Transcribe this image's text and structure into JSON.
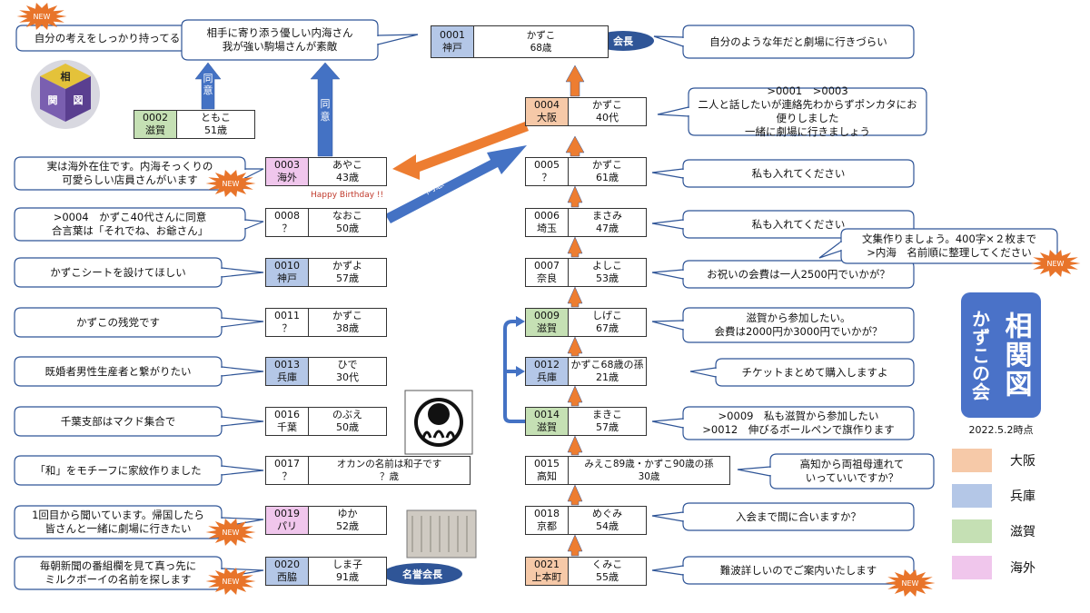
{
  "title": {
    "main": "相関図",
    "sub": "かずこの会",
    "date": "2022.5.2時点"
  },
  "legend": [
    {
      "label": "大阪",
      "color": "#f6c9a8"
    },
    {
      "label": "兵庫",
      "color": "#b4c7e7"
    },
    {
      "label": "滋賀",
      "color": "#c5e0b4"
    },
    {
      "label": "海外",
      "color": "#f0c6ec"
    }
  ],
  "colors": {
    "accent": "#4472c4",
    "orange": "#ed7d31",
    "new_badge": "#e8742a"
  },
  "members": [
    {
      "id": "0001",
      "area": "神戸",
      "name": "かずこ",
      "age": "68歳",
      "region": "hyogo",
      "role": "会長"
    },
    {
      "id": "0002",
      "area": "滋賀",
      "name": "ともこ",
      "age": "51歳",
      "region": "shiga"
    },
    {
      "id": "0003",
      "area": "海外",
      "name": "あやこ",
      "age": "43歳",
      "region": "abroad"
    },
    {
      "id": "0004",
      "area": "大阪",
      "name": "かずこ",
      "age": "40代",
      "region": "osaka"
    },
    {
      "id": "0005",
      "area": "？",
      "name": "かずこ",
      "age": "61歳",
      "region": "none"
    },
    {
      "id": "0006",
      "area": "埼玉",
      "name": "まさみ",
      "age": "47歳",
      "region": "none"
    },
    {
      "id": "0007",
      "area": "奈良",
      "name": "よしこ",
      "age": "53歳",
      "region": "none"
    },
    {
      "id": "0008",
      "area": "？",
      "name": "なおこ",
      "age": "50歳",
      "region": "none"
    },
    {
      "id": "0009",
      "area": "滋賀",
      "name": "しげこ",
      "age": "67歳",
      "region": "shiga"
    },
    {
      "id": "0010",
      "area": "神戸",
      "name": "かずよ",
      "age": "57歳",
      "region": "hyogo"
    },
    {
      "id": "0011",
      "area": "？",
      "name": "かずこ",
      "age": "38歳",
      "region": "none"
    },
    {
      "id": "0012",
      "area": "兵庫",
      "name": "かずこ68歳の孫",
      "age": "21歳",
      "region": "hyogo"
    },
    {
      "id": "0013",
      "area": "兵庫",
      "name": "ひで",
      "age": "30代",
      "region": "hyogo"
    },
    {
      "id": "0014",
      "area": "滋賀",
      "name": "まきこ",
      "age": "57歳",
      "region": "shiga"
    },
    {
      "id": "0015",
      "area": "高知",
      "name": "みえこ89歳・かずこ90歳の孫",
      "age": "30歳",
      "region": "none"
    },
    {
      "id": "0016",
      "area": "千葉",
      "name": "のぶえ",
      "age": "50歳",
      "region": "none"
    },
    {
      "id": "0017",
      "area": "？",
      "name": "オカンの名前は和子です",
      "age": "？歳",
      "region": "none"
    },
    {
      "id": "0018",
      "area": "京都",
      "name": "めぐみ",
      "age": "54歳",
      "region": "none"
    },
    {
      "id": "0019",
      "area": "パリ",
      "name": "ゆか",
      "age": "52歳",
      "region": "abroad"
    },
    {
      "id": "0020",
      "area": "西脇",
      "name": "しま子",
      "age": "91歳",
      "region": "hyogo",
      "role": "名誉会長"
    },
    {
      "id": "0021",
      "area": "上本町",
      "name": "くみこ",
      "age": "55歳",
      "region": "osaka"
    }
  ],
  "comments": {
    "c0001": [
      "自分のような年だと劇場に行きづらい"
    ],
    "c0002": [
      "自分の考えをしっかり持ってる"
    ],
    "c0003top": [
      "相手に寄り添う優しい内海さん",
      "我が強い駒場さんが素敵"
    ],
    "c0003": [
      "実は海外在住です。内海そっくりの",
      "可愛らしい店員さんがいます"
    ],
    "c0004": [
      ">0001　>0003",
      "二人と話したいが連絡先わからずポンカタにお便りしました",
      "一緒に劇場に行きましょう"
    ],
    "c0005": [
      "私も入れてください"
    ],
    "c0006": [
      "私も入れてください"
    ],
    "c0007": [
      "お祝いの会費は一人2500円でいかが？"
    ],
    "c0007b": [
      "文集作りましょう。400字×２枚まで",
      ">内海　名前順に整理してください"
    ],
    "c0008": [
      ">0004　かずこ40代さんに同意",
      "合言葉は「それでね、お爺さん」"
    ],
    "c0009": [
      "滋賀から参加したい。",
      "会費は2000円か3000円でいかが？"
    ],
    "c0010": [
      "かずこシートを設けてほしい"
    ],
    "c0011": [
      "かずこの残党です"
    ],
    "c0012": [
      "チケットまとめて購入しますよ"
    ],
    "c0013": [
      "既婚者男性生産者と繋がりたい"
    ],
    "c0014": [
      ">0009　私も滋賀から参加したい",
      ">0012　伸びるボールペンで旗作ります"
    ],
    "c0015": [
      "高知から両祖母連れて",
      "いっていいですか？"
    ],
    "c0016": [
      "千葉支部はマクド集合で"
    ],
    "c0017": [
      "「和」をモチーフに家紋作りました"
    ],
    "c0018": [
      "入会まで間に合いますか？"
    ],
    "c0019": [
      "1回目から聞いています。帰国したら",
      "皆さんと一緒に劇場に行きたい"
    ],
    "c0020": [
      "毎朝新聞の番組欄を見て真っ先に",
      "ミルクボーイの名前を探します"
    ],
    "c0021": [
      "難波詳しいのでご案内いたします"
    ]
  },
  "labels": {
    "agree": "同意",
    "happy_birthday": "Happy Birthday !!",
    "new": "NEW",
    "logo_text": "相関図"
  }
}
